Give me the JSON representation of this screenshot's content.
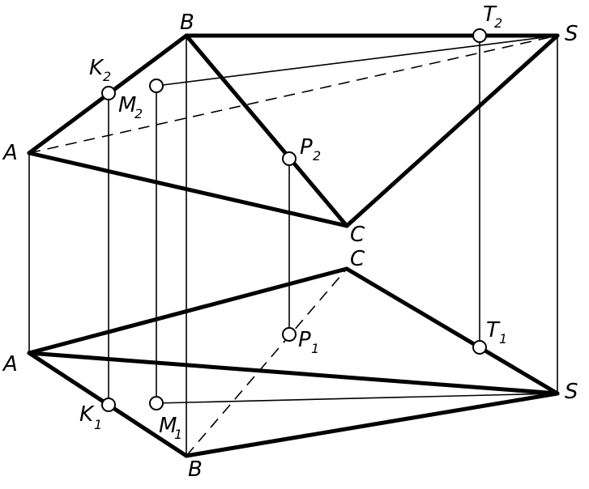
{
  "diagram": {
    "labels": {
      "B_top": "B",
      "S_top": "S",
      "A_top": "A",
      "C_top": "C",
      "K2": "K",
      "K2_sub": "2",
      "M2": "M",
      "M2_sub": "2",
      "P2": "P",
      "P2_sub": "2",
      "T2": "T",
      "T2_sub": "2",
      "A_bot": "A",
      "B_bot": "B",
      "C_bot": "C",
      "S_bot": "S",
      "K1": "K",
      "K1_sub": "1",
      "M1": "M",
      "M1_sub": "1",
      "P1": "P",
      "P1_sub": "1",
      "T1": "T",
      "T1_sub": "1"
    }
  }
}
